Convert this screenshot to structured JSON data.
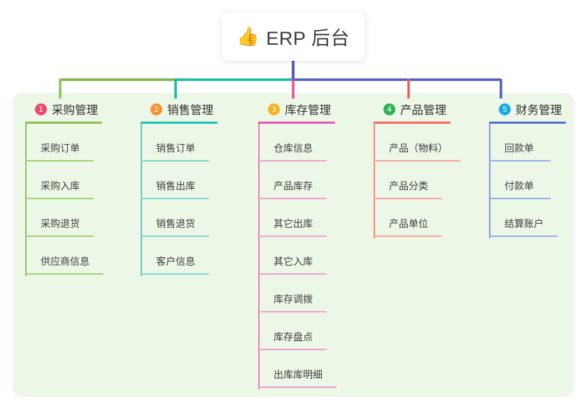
{
  "diagram": {
    "type": "mind-map",
    "root": {
      "icon": "thumbs-up-icon",
      "emoji": "👍",
      "label": "ERP 后台",
      "stem_color": "#4f5bbf"
    },
    "panel_color": "#edf7e8",
    "bus_segments": [
      {
        "name": "segment-green",
        "color": "#7cb342"
      },
      {
        "name": "segment-teal",
        "color": "#14b8a6"
      },
      {
        "name": "segment-indigo",
        "color": "#4f5bbf"
      }
    ],
    "columns": [
      {
        "number": "1",
        "title": "采购管理",
        "badge_color": "#ef476f",
        "rule_color": "#8cc152",
        "line_color": "#8cc152",
        "drop_color": "#8cc152",
        "items": [
          {
            "label": "采购订单"
          },
          {
            "label": "采购入库"
          },
          {
            "label": "采购退货"
          },
          {
            "label": "供应商信息"
          }
        ]
      },
      {
        "number": "2",
        "title": "销售管理",
        "badge_color": "#f79233",
        "rule_color": "#19c2b6",
        "line_color": "#5fc7bd",
        "drop_color": "#14b8a6",
        "items": [
          {
            "label": "销售订单"
          },
          {
            "label": "销售出库"
          },
          {
            "label": "销售退货"
          },
          {
            "label": "客户信息"
          }
        ]
      },
      {
        "number": "3",
        "title": "库存管理",
        "badge_color": "#f5b324",
        "rule_color": "#e455b5",
        "line_color": "#e87cb8",
        "drop_color": "#ec4899",
        "items": [
          {
            "label": "仓库信息"
          },
          {
            "label": "产品库存"
          },
          {
            "label": "其它出库"
          },
          {
            "label": "其它入库"
          },
          {
            "label": "库存调拨"
          },
          {
            "label": "库存盘点"
          },
          {
            "label": "出库库明细"
          }
        ]
      },
      {
        "number": "4",
        "title": "产品管理",
        "badge_color": "#2bb24c",
        "rule_color": "#f8665b",
        "line_color": "#f5877d",
        "drop_color": "#f35b52",
        "items": [
          {
            "label": "产品（物料）"
          },
          {
            "label": "产品分类"
          },
          {
            "label": "产品单位"
          }
        ]
      },
      {
        "number": "5",
        "title": "财务管理",
        "badge_color": "#17a9e0",
        "rule_color": "#4f6fd0",
        "line_color": "#8296dd",
        "drop_color": "#4f5bbf",
        "items": [
          {
            "label": "回款单"
          },
          {
            "label": "付款单"
          },
          {
            "label": "结算账户"
          }
        ]
      }
    ]
  }
}
